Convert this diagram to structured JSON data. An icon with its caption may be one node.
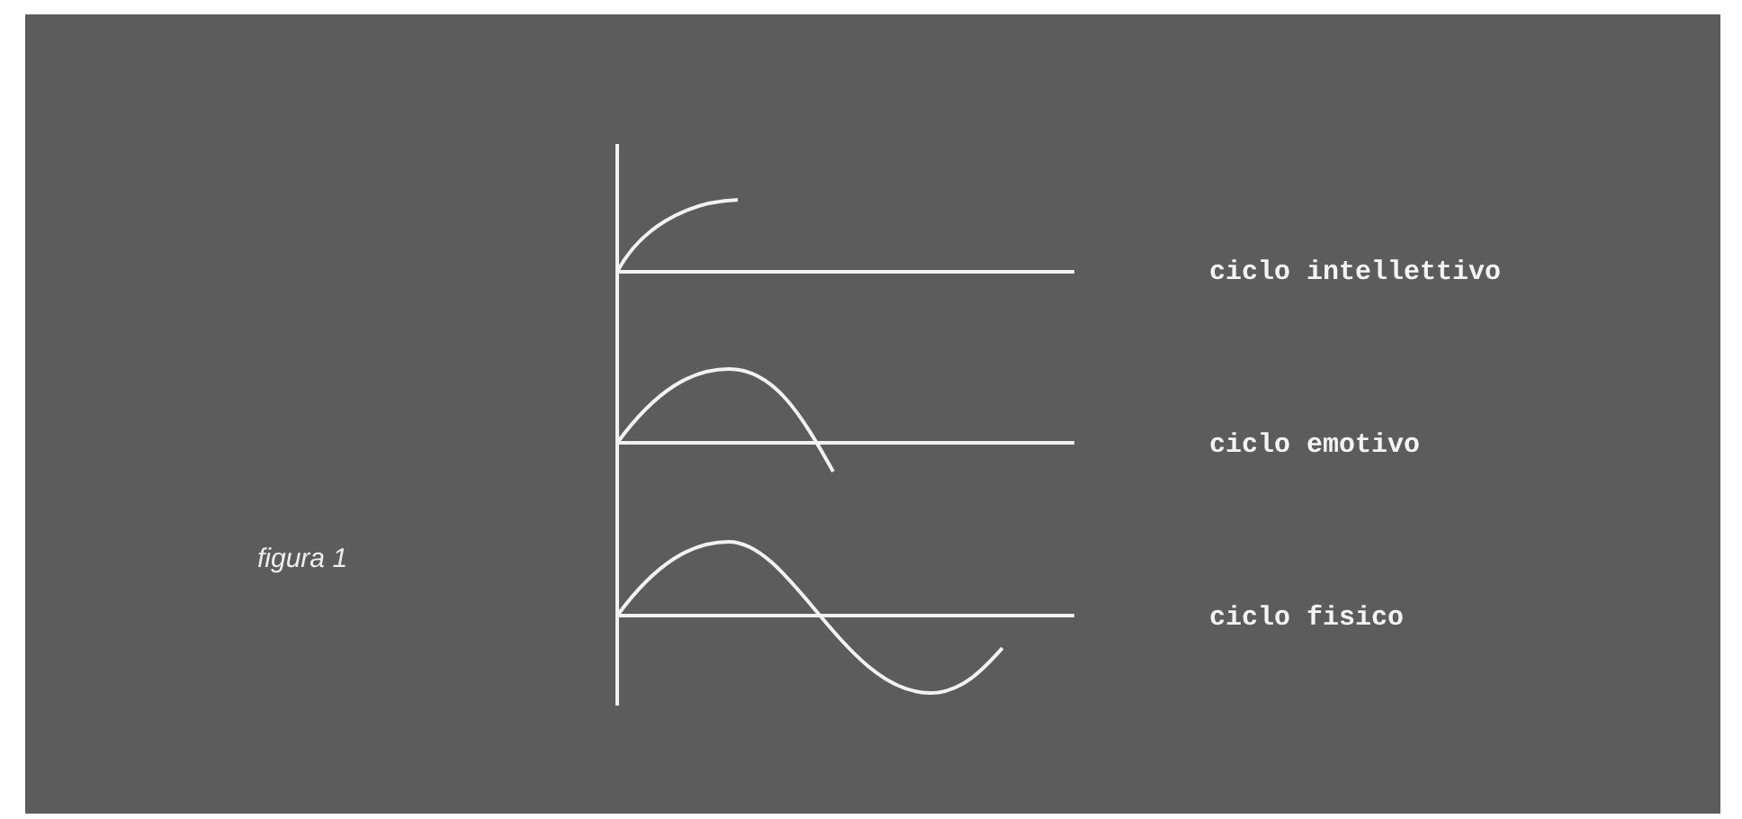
{
  "diagram": {
    "caption": "figura 1",
    "labels": [
      "ciclo intellettivo",
      "ciclo emotivo",
      "ciclo fisico"
    ]
  }
}
